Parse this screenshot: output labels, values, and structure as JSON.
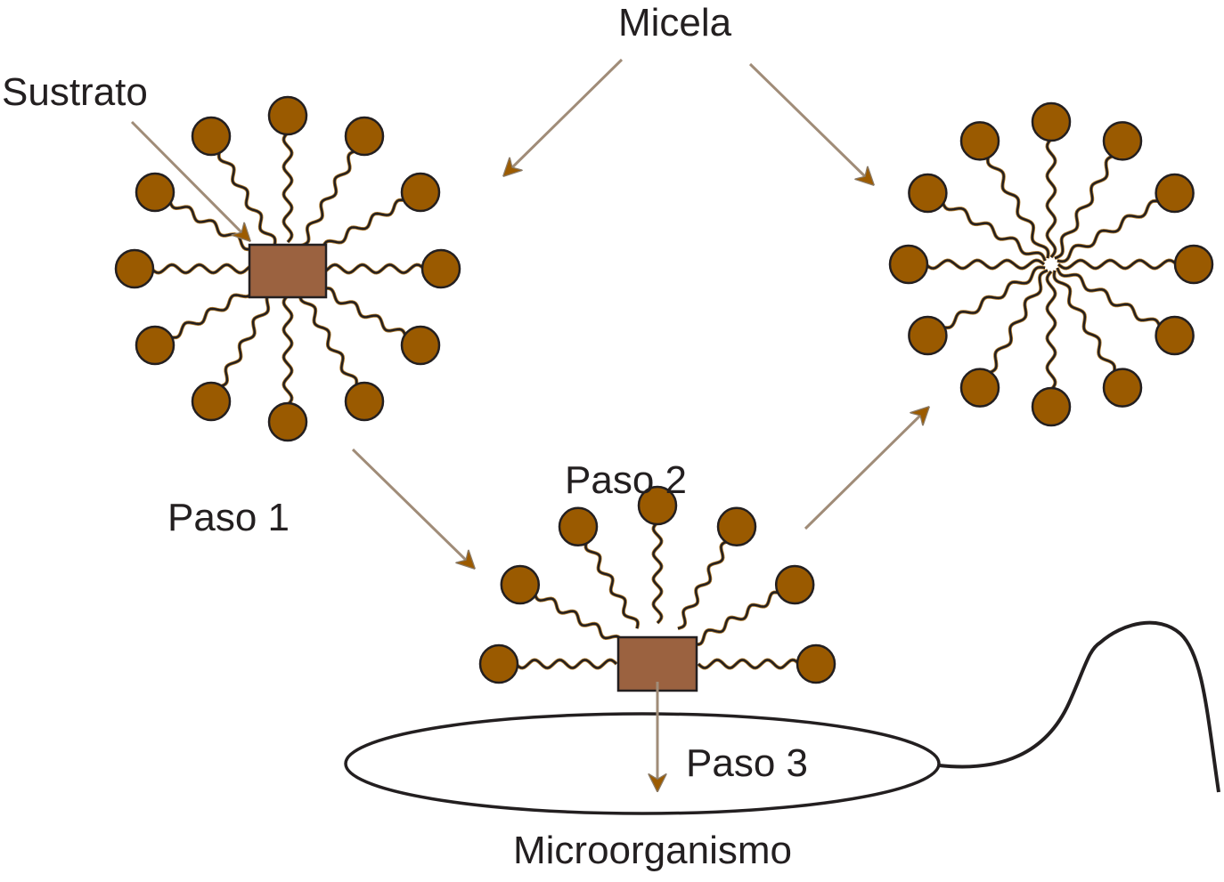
{
  "labels": {
    "micela": "Micela",
    "sustrato": "Sustrato",
    "paso1": "Paso 1",
    "paso2": "Paso 2",
    "paso3": "Paso 3",
    "microorganismo": "Microorganismo"
  },
  "colors": {
    "head_fill": "#9a5a00",
    "stroke": "#231f20",
    "substrate_fill": "#9b6240",
    "arrow": "#9c5b00",
    "arrow_line": "#a08c78",
    "tail_accent": "#b07a2a"
  }
}
